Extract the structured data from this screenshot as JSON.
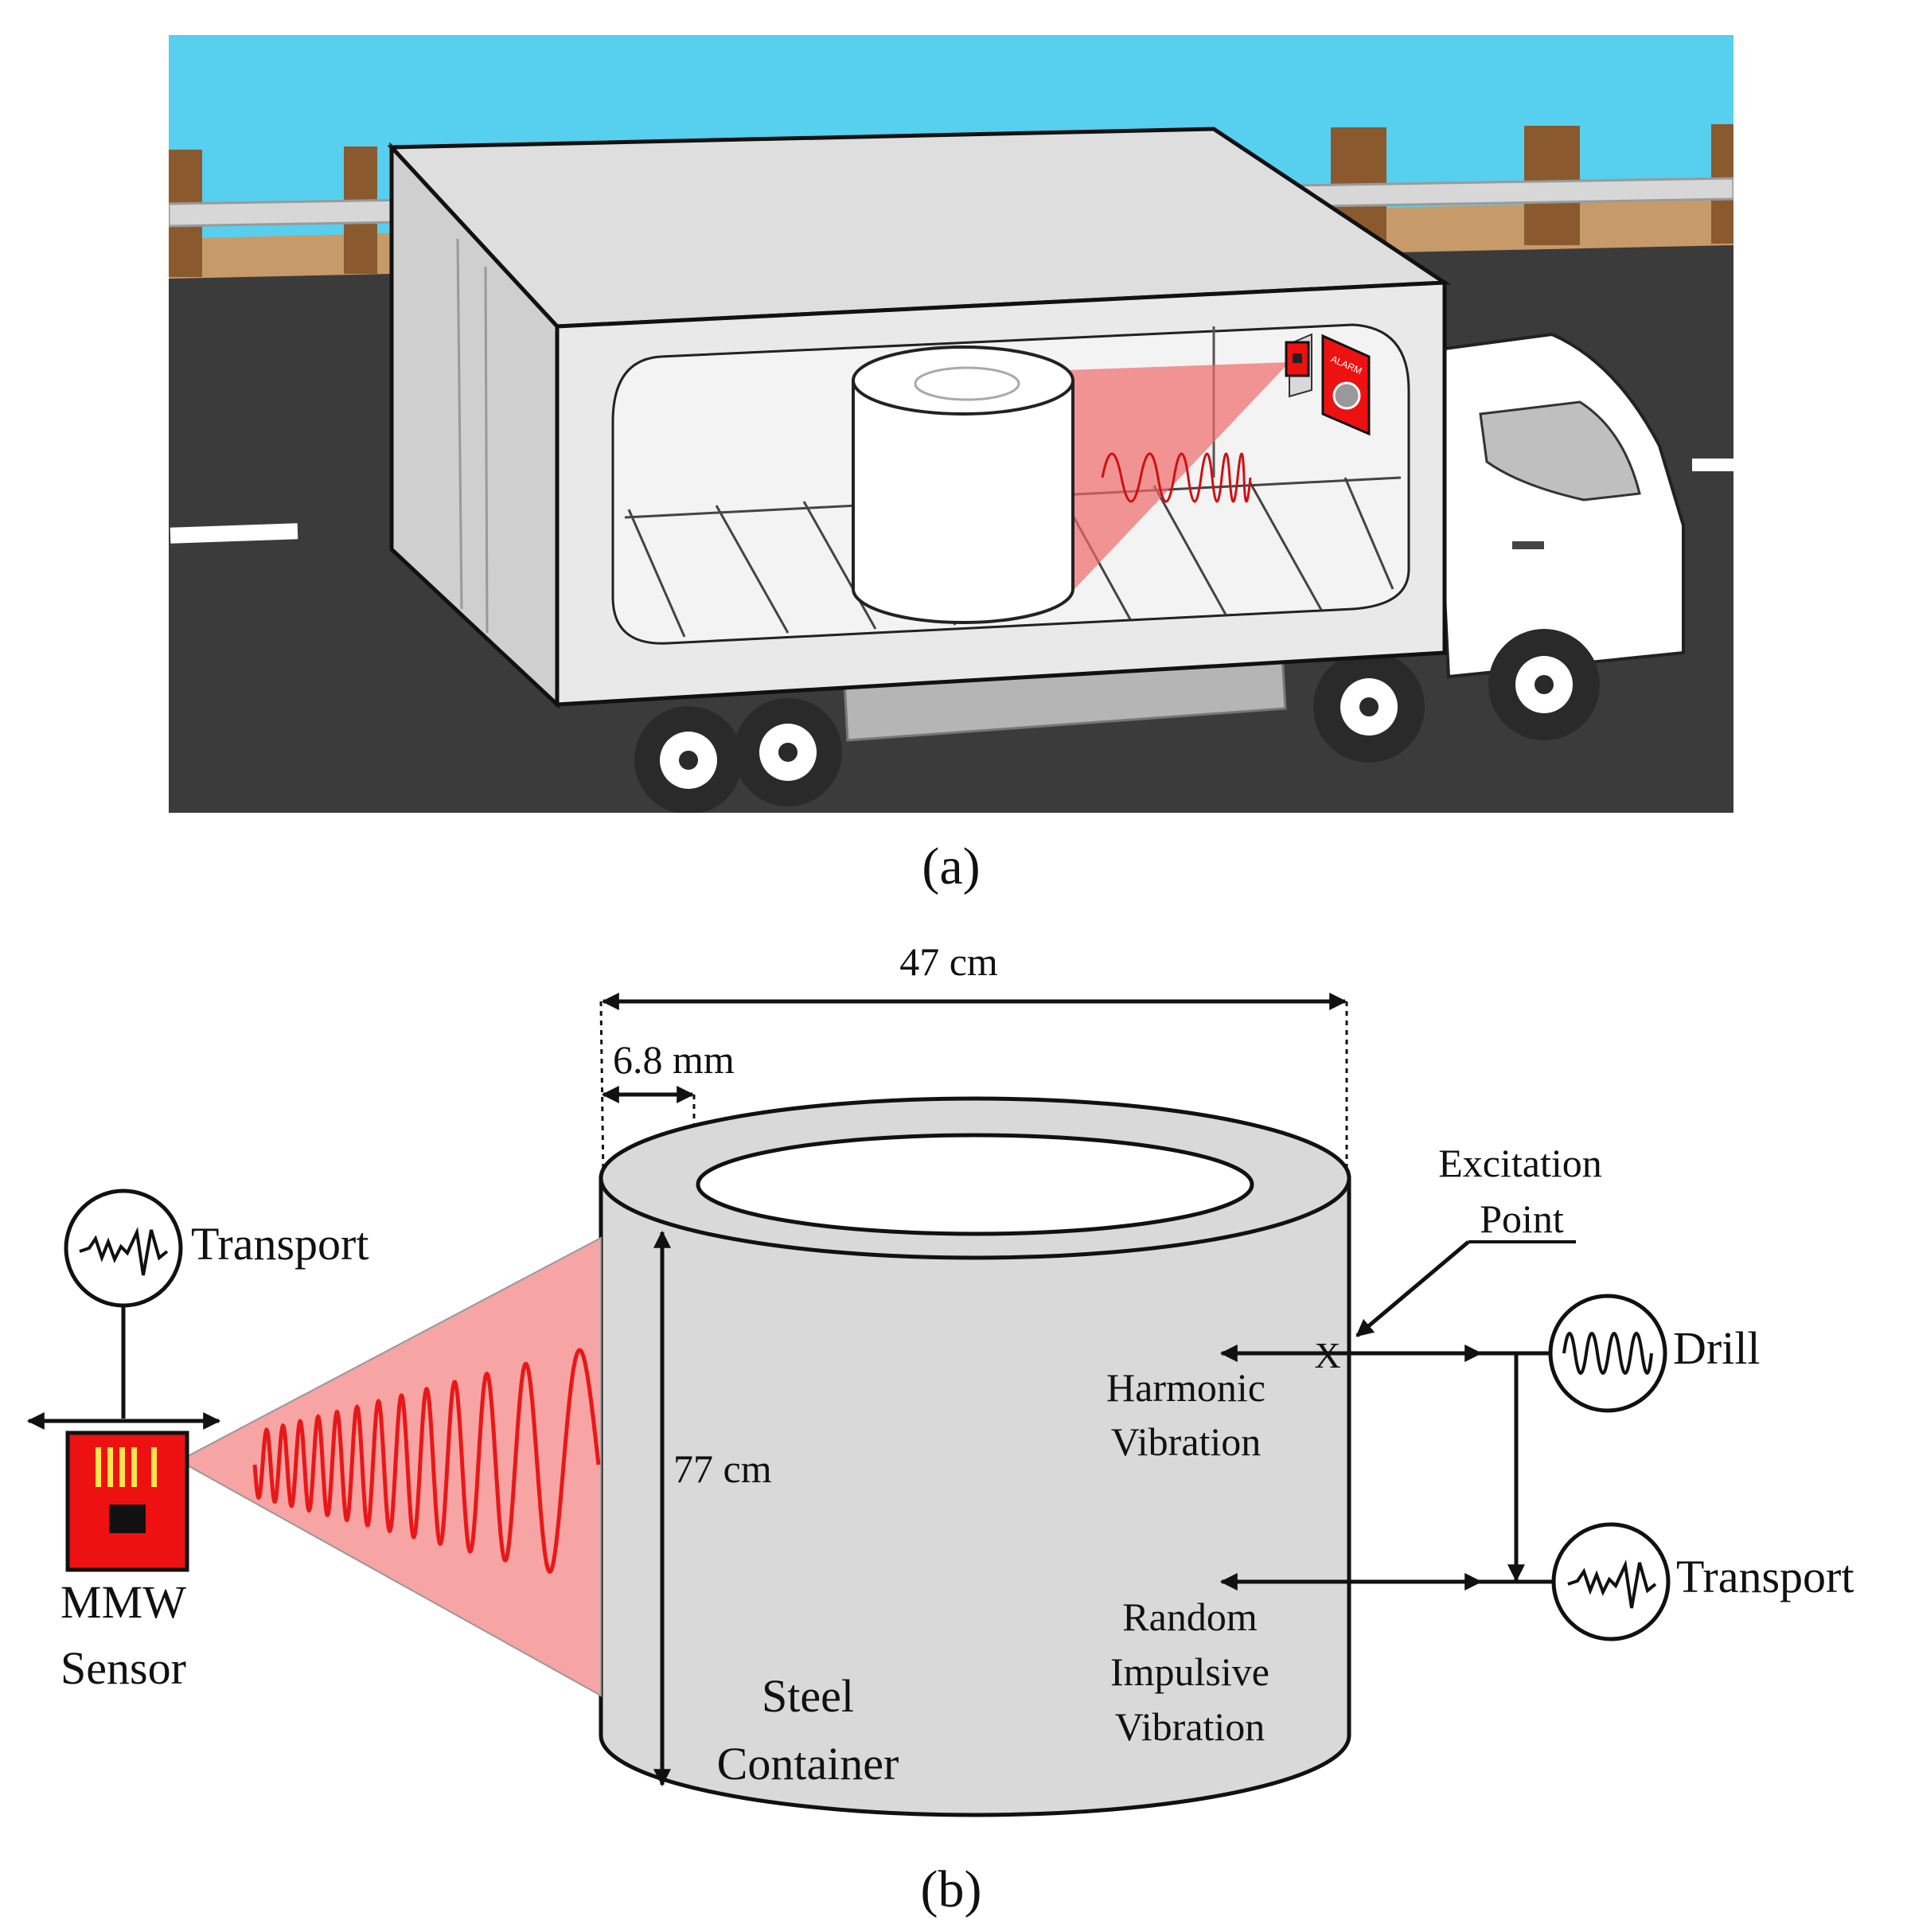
{
  "panel_a": {
    "caption": "(a)",
    "alarm_text": "ALARM",
    "colors": {
      "sky": "#57cfee",
      "road": "#3b3b3b",
      "truck_body": "#e6e6e6",
      "beam": "#f06a6a"
    }
  },
  "panel_b": {
    "caption": "(b)",
    "dim_width": "47 cm",
    "dim_thickness": "6.8 mm",
    "dim_height": "77 cm",
    "container_line1": "Steel",
    "container_line2": "Container",
    "sensor_line1": "MMW",
    "sensor_line2": "Sensor",
    "transport_left": "Transport",
    "excitation_line1": "Excitation",
    "excitation_line2": "Point",
    "x_mark": "X",
    "harmonic_line1": "Harmonic",
    "harmonic_line2": "Vibration",
    "random_line1": "Random",
    "random_line2": "Impulsive",
    "random_line3": "Vibration",
    "drill": "Drill",
    "transport_right": "Transport",
    "colors": {
      "container": "#d9d9d9",
      "sensor": "#ee1111",
      "cone": "#f7a4a4",
      "wave": "#e81818"
    }
  }
}
